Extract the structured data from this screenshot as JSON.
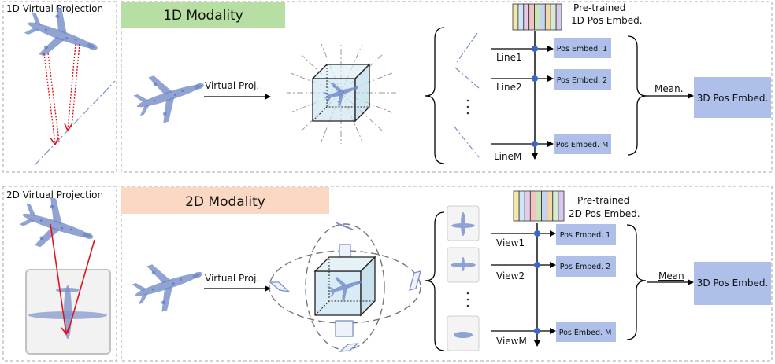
{
  "colors": {
    "modality_1d_fill": "#b7dfa3",
    "modality_2d_fill": "#fad8c3",
    "embed_box_fill": "#aebfea",
    "projection_arrow": "#e0141e",
    "dashed_border": "#a6a6a6",
    "pointcloud": "#6b84c4",
    "cube_face": "#cfe6f2",
    "cube_edge": "#222222",
    "rainbow": [
      "#f6e7a8",
      "#cde7f6",
      "#e8c9e8",
      "#f3c3c3",
      "#c8e6b6",
      "#c6d3f2",
      "#f4d7a9",
      "#d3ecd3",
      "#d8c8ee"
    ]
  },
  "top": {
    "inset_title": "1D Virtual Projection",
    "modality_label": "1D Modality",
    "virtual_proj_label": "Virtual Proj.",
    "pretrained_label_line1": "Pre-trained",
    "pretrained_label_line2": "1D Pos Embed.",
    "lines": [
      {
        "label": "Line1",
        "embed": "Pos Embed. 1"
      },
      {
        "label": "Line2",
        "embed": "Pos Embed. 2"
      },
      {
        "label": "LineM",
        "embed": "Pos Embed. M"
      }
    ],
    "mean_label": "Mean.",
    "output_label": "3D Pos Embed."
  },
  "bottom": {
    "inset_title": "2D Virtual Projection",
    "modality_label": "2D Modality",
    "virtual_proj_label": "Virtual Proj.",
    "pretrained_label_line1": "Pre-trained",
    "pretrained_label_line2": "2D Pos Embed.",
    "views": [
      {
        "label": "View1",
        "embed": "Pos Embed. 1"
      },
      {
        "label": "View2",
        "embed": "Pos Embed. 2"
      },
      {
        "label": "ViewM",
        "embed": "Pos Embed. M"
      }
    ],
    "mean_label": "Mean",
    "output_label": "3D Pos Embed."
  },
  "icons": [
    "airplane-pointcloud-icon",
    "cube-icon",
    "curly-brace-icon",
    "ellipsis-icon"
  ]
}
